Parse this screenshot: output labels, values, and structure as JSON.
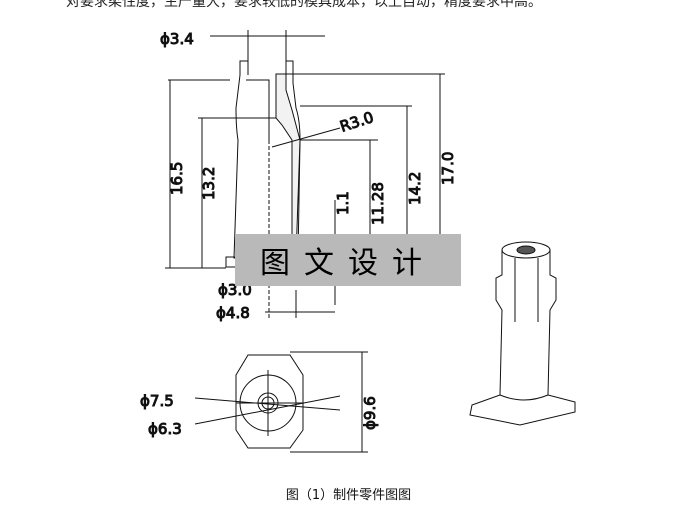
{
  "top_text": "对要求柔性度，生产量大，要求较低的模具成本，以上自动，精度要求中高。",
  "dimensions": {
    "d34": "ϕ3.4",
    "r30": "R3.0",
    "h165": "16.5",
    "h132": "13.2",
    "h11": "1.1",
    "h1128": "11.28",
    "h142": "14.2",
    "h170": "17.0",
    "d30": "ϕ3.0",
    "d48": "ϕ4.8",
    "d75": "ϕ7.5",
    "d63": "ϕ6.3",
    "d96": "ϕ9.6"
  },
  "watermark": "图文设计",
  "caption": "图（1）制件零件图图"
}
